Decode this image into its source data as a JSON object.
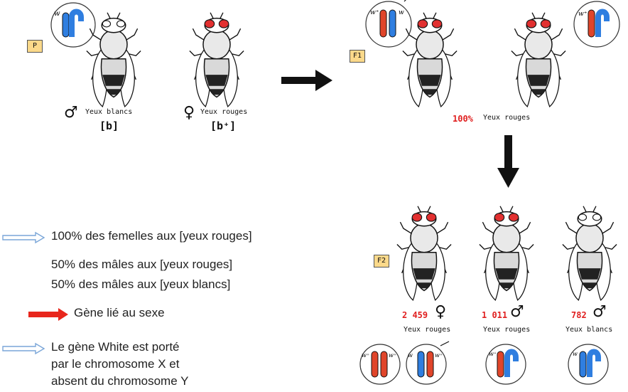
{
  "parents": {
    "generation_label": "P",
    "male": {
      "symbol": "♂",
      "phenotype": "Yeux blancs",
      "genotype": "[b]",
      "chromosome_allele": "w"
    },
    "female": {
      "symbol": "♀",
      "phenotype": "Yeux rouges",
      "genotype": "[b⁺]"
    }
  },
  "f1": {
    "generation_label": "F1",
    "percent": "100%",
    "phenotype": "Yeux rouges",
    "left_alleles": [
      "w⁺",
      "w"
    ],
    "right_allele": "w⁺"
  },
  "f2": {
    "generation_label": "F2",
    "groups": [
      {
        "count": "2 459",
        "symbol": "♀",
        "phenotype": "Yeux rouges"
      },
      {
        "count": "1 011",
        "symbol": "♂",
        "phenotype": "Yeux rouges"
      },
      {
        "count": "782",
        "symbol": "♂",
        "phenotype": "Yeux blancs"
      }
    ],
    "alleles": {
      "wplus": "w⁺",
      "w": "w"
    }
  },
  "notes": {
    "line1": "100% des femelles aux [yeux rouges]",
    "line2": "50% des mâles aux [yeux rouges]",
    "line3": "50% des mâles aux [yeux blancs]",
    "line4": "Gène lié au sexe",
    "line5a": "Le gène White est porté",
    "line5b": "par le chromosome X et",
    "line5c": "absent du chromosome Y"
  },
  "colors": {
    "red_eye": "#e23030",
    "blue_chrom": "#2f7ee0",
    "red_chrom": "#e0452a",
    "label_box": "#fbd98a",
    "note_arrow": "#7aa6d8",
    "red_arrow": "#e8261c"
  }
}
